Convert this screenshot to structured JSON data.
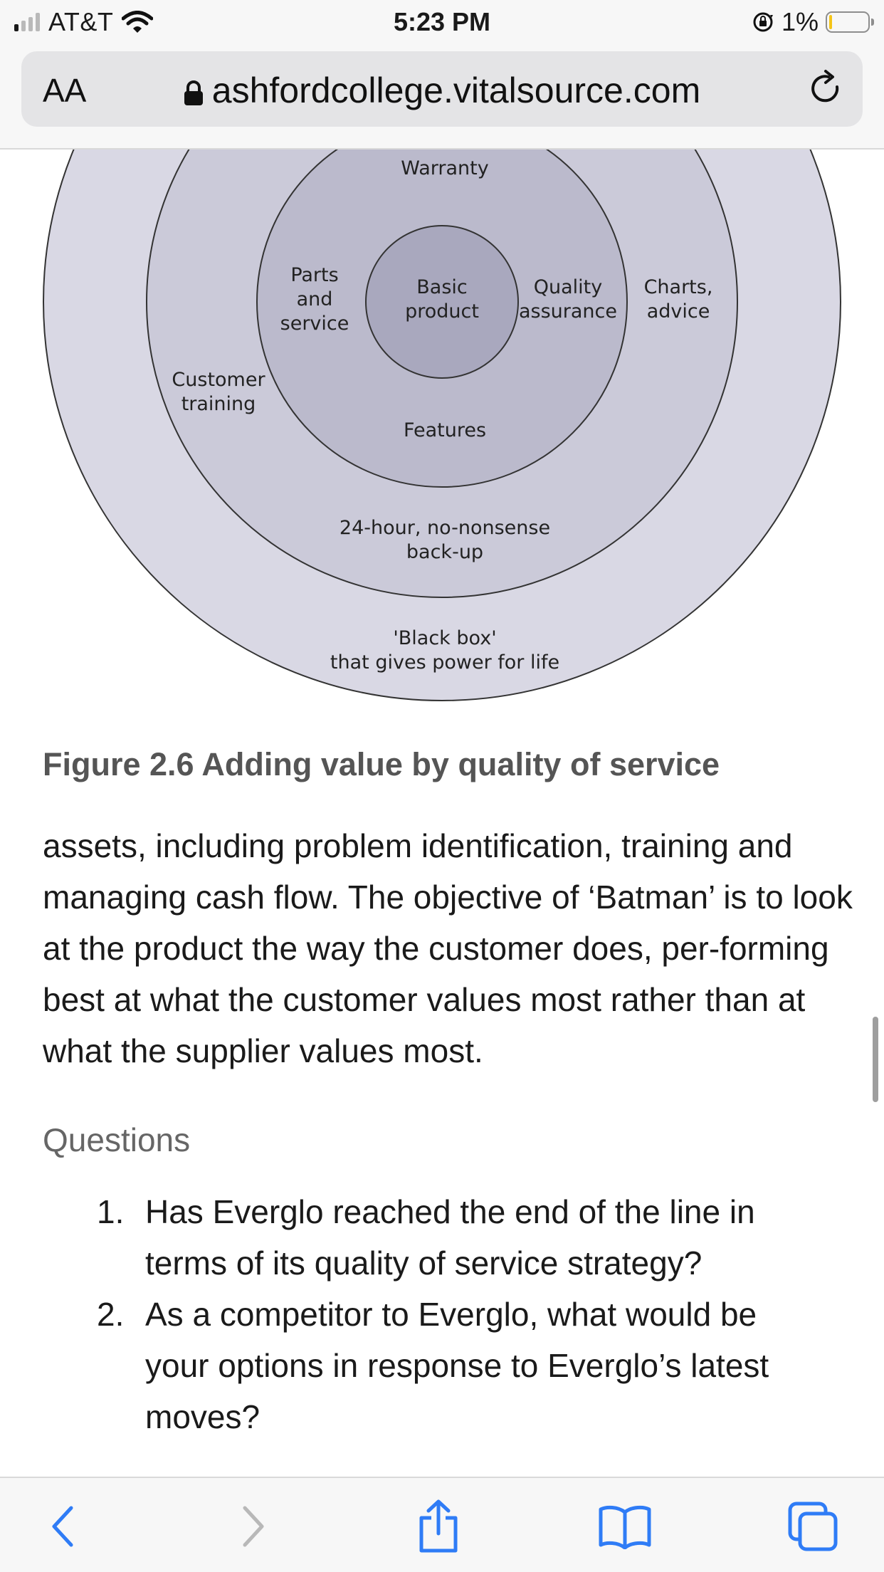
{
  "status_bar": {
    "carrier": "AT&T",
    "time": "5:23 PM",
    "battery_percent": "1%",
    "battery_level": 0.01,
    "signal_bars_on": 1,
    "signal_bars_total": 4,
    "icons": [
      "signal-icon",
      "wifi-icon",
      "orientation-lock-icon",
      "battery-icon"
    ]
  },
  "browser": {
    "text_size_label": "AA",
    "url": "ashfordcollege.vitalsource.com",
    "icons": [
      "lock-icon",
      "reload-icon"
    ]
  },
  "figure": {
    "labels": {
      "outer": "'Black box'\nthat gives power for life",
      "ring3_bottom": "24-hour, no-nonsense\nback-up",
      "ring3_left": "Customer\ntraining",
      "ring3_right": "Charts,\nadvice",
      "ring2_top": "Warranty",
      "ring2_left": "Parts\nand\nservice",
      "ring2_right": "Quality\nassurance",
      "ring2_bottom": "Features",
      "core": "Basic\nproduct"
    },
    "colors": {
      "outer": "#d9d8e4",
      "ring3": "#cbcad9",
      "ring2": "#bbbacc",
      "core": "#a9a8be",
      "stroke": "#333333"
    }
  },
  "caption": "Figure 2.6 Adding value by quality of service",
  "body_text": "assets, including problem identification, training and managing cash flow. The objective of ‘Batman’ is to look at the product the way the customer does, per-forming best at what the customer values most rather than at what the supplier values most.",
  "questions_heading": "Questions",
  "questions": [
    {
      "number": "1.",
      "text": "Has Everglo reached the end of the line in terms of its quality of service strategy?"
    },
    {
      "number": "2.",
      "text": "As a competitor to Everglo, what would be your options in response to Everglo’s latest moves?"
    }
  ],
  "toolbar": {
    "icons": [
      "back-icon",
      "forward-icon",
      "share-icon",
      "bookmarks-icon",
      "tabs-icon"
    ],
    "accent_color": "#2f7cf6",
    "disabled_color": "#b8b8b8"
  }
}
